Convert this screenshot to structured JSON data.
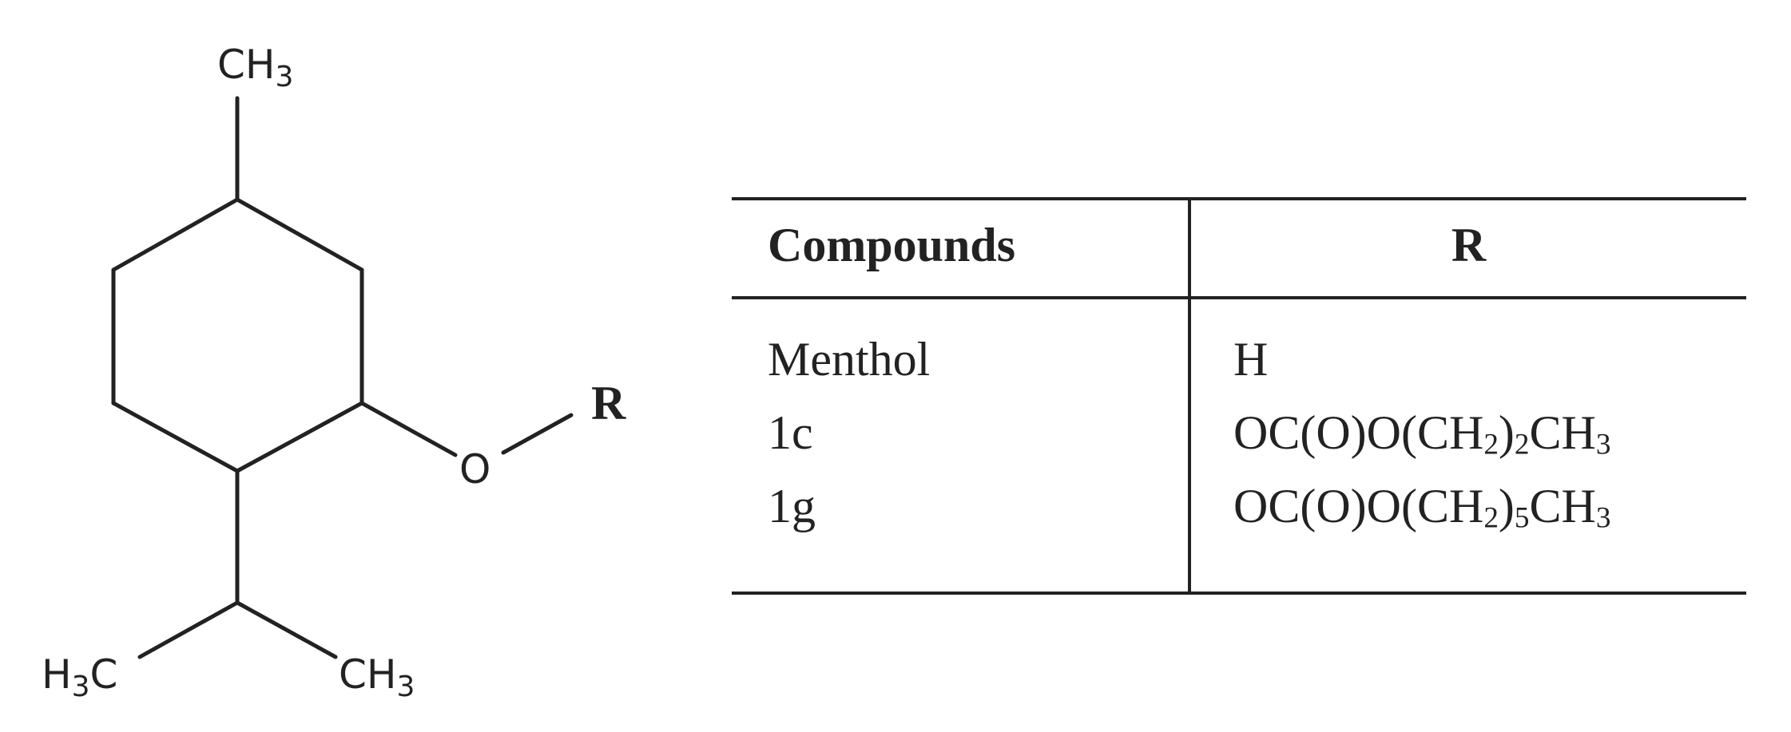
{
  "structure": {
    "top_methyl": {
      "main": "CH",
      "sub": "3"
    },
    "left_methyl": {
      "main": "H",
      "sub": "3",
      "tail": "C"
    },
    "right_methyl": {
      "main": "CH",
      "sub": "3"
    },
    "oxygen": "O",
    "r_group": "R",
    "colors": {
      "bonds": "#222222",
      "r_group": "#ff0000"
    }
  },
  "table": {
    "headers": [
      "Compounds",
      "R"
    ],
    "rows": [
      {
        "compound": "Menthol",
        "r": {
          "parts": [
            "H"
          ]
        }
      },
      {
        "compound": "1c",
        "r": {
          "parts": [
            "OC(O)O(CH",
            "2",
            ")",
            "2",
            "CH",
            "3"
          ]
        }
      },
      {
        "compound": "1g",
        "r": {
          "parts": [
            "OC(O)O(CH",
            "2",
            ")",
            "5",
            "CH",
            "3"
          ]
        }
      }
    ]
  }
}
